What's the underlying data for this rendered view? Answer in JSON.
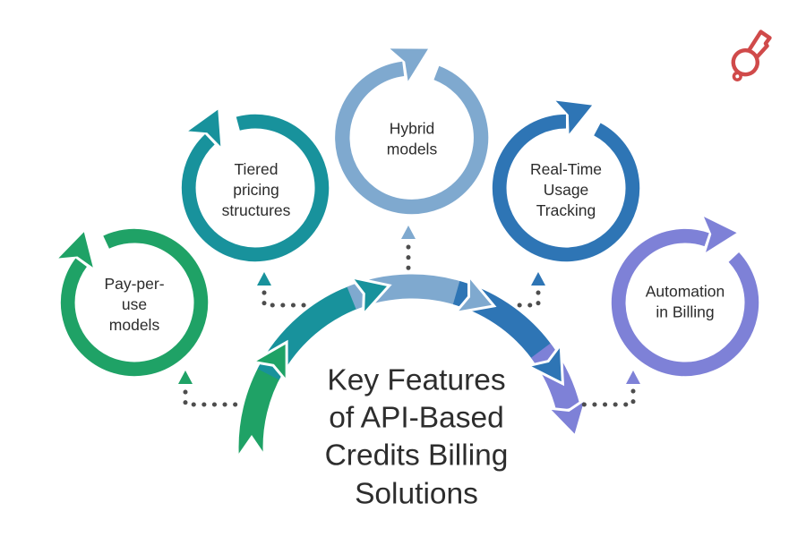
{
  "background": "#ffffff",
  "title": {
    "text": "Key Features\nof API-Based\nCredits Billing\nSolutions",
    "color": "#2d2d2d"
  },
  "features": [
    {
      "id": "pay-per-use-models",
      "label": "Pay-per-\nuse\nmodels",
      "color": "#1fa266"
    },
    {
      "id": "tiered-pricing",
      "label": "Tiered\npricing\nstructures",
      "color": "#18929c"
    },
    {
      "id": "hybrid-models",
      "label": "Hybrid\nmodels",
      "color": "#7fa9cf"
    },
    {
      "id": "real-time-tracking",
      "label": "Real-Time\nUsage\nTracking",
      "color": "#2e75b5"
    },
    {
      "id": "automation-in-billing",
      "label": "Automation\nin Billing",
      "color": "#7e81d7"
    }
  ],
  "connector": {
    "dot_color": "#4d4d4d"
  },
  "logo": {
    "name": "whistle",
    "color": "#d04a4a"
  }
}
